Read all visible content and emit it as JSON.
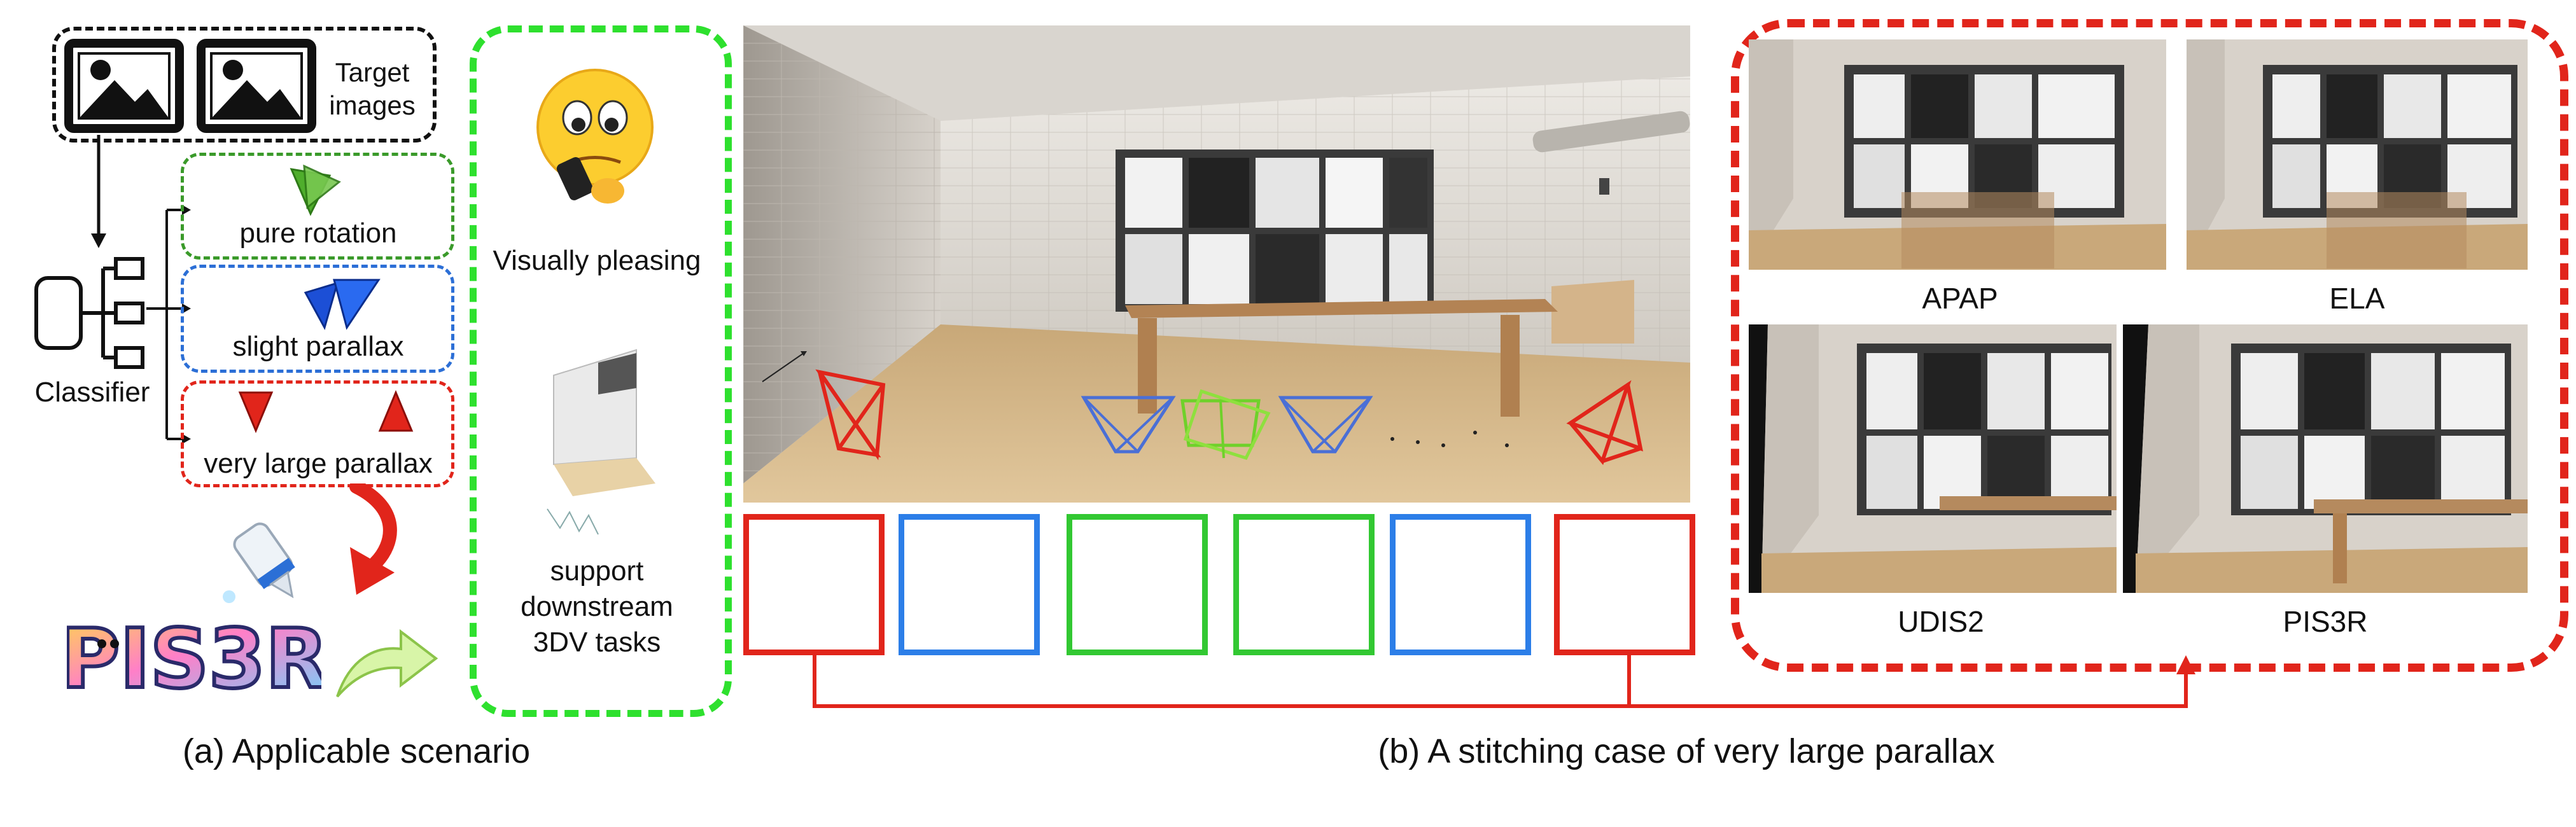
{
  "left_panel": {
    "target_images_label": "Target\nimages",
    "classifier_label": "Classifier",
    "pure_rotation_label": "pure rotation",
    "slight_parallax_label": "slight parallax",
    "very_large_parallax_label": "very large parallax",
    "logo_text": "PIS3R",
    "visually_pleasing_label": "Visually pleasing",
    "downstream_label": "support\ndownstream\n3DV tasks",
    "caption": "(a) Applicable scenario"
  },
  "middle_panel": {
    "caption": "(b) A stitching case of very large parallax",
    "thumbnails": [
      {
        "color": "#e1251b"
      },
      {
        "color": "#2c7ee8"
      },
      {
        "color": "#32c832"
      },
      {
        "color": "#32c832"
      },
      {
        "color": "#2c7ee8"
      },
      {
        "color": "#e1251b"
      }
    ]
  },
  "right_panel": {
    "methods": [
      "APAP",
      "ELA",
      "UDIS2",
      "PIS3R"
    ]
  },
  "colors": {
    "red": "#e1251b",
    "green": "#2ee02e",
    "blue": "#2c6fd6",
    "dark_green": "#3a9a2a"
  }
}
